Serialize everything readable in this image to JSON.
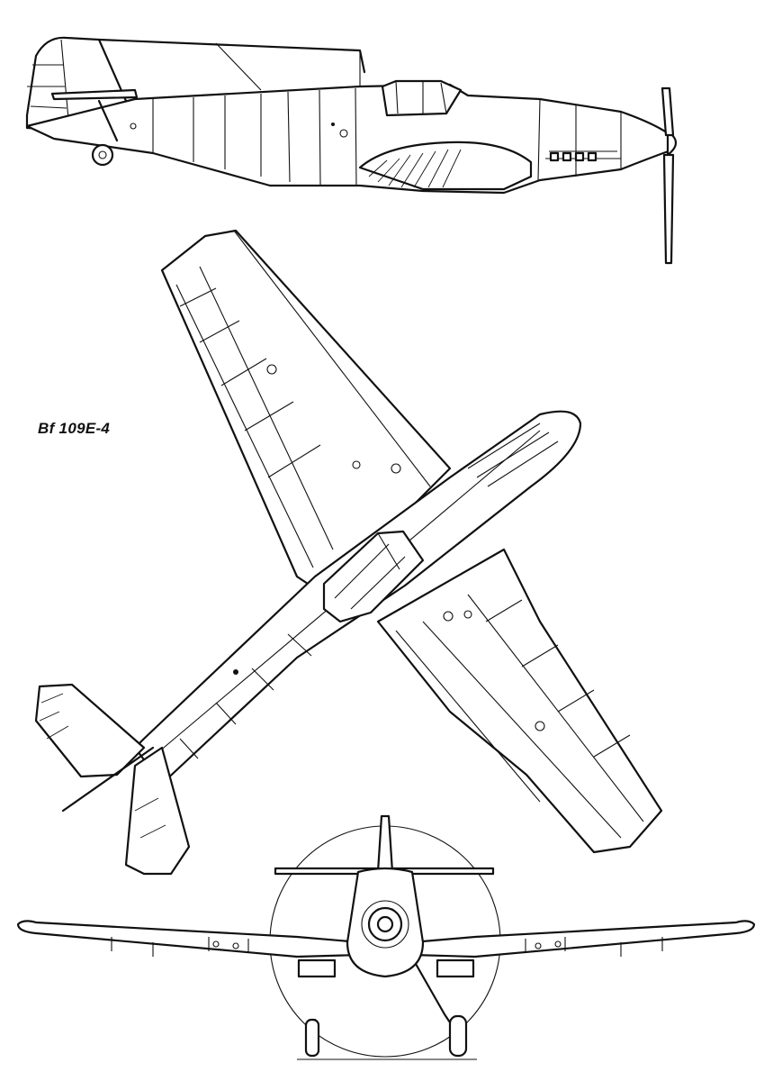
{
  "drawing": {
    "caption": "Bf 109E-4"
  },
  "views": [
    {
      "name": "side-view"
    },
    {
      "name": "plan-view"
    },
    {
      "name": "front-view"
    }
  ]
}
